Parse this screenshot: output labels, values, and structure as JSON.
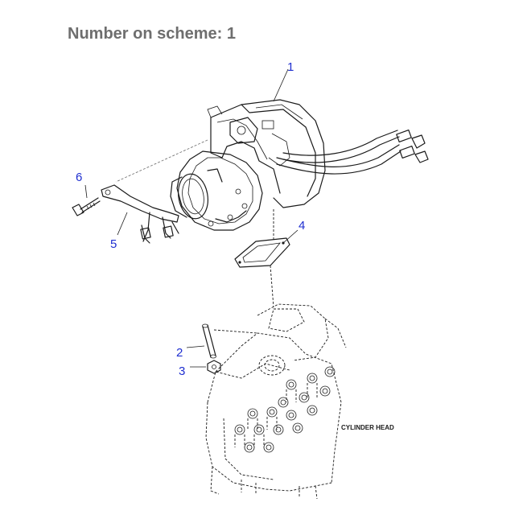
{
  "heading": "Number on scheme: 1",
  "callouts": {
    "c1": "1",
    "c2": "2",
    "c3": "3",
    "c4": "4",
    "c5": "5",
    "c6": "6"
  },
  "cylinder_head_label": "CYLINDER HEAD",
  "colors": {
    "callout": "#1f2fd0",
    "heading": "#6e6e6e",
    "ink": "#1a1a1a"
  }
}
